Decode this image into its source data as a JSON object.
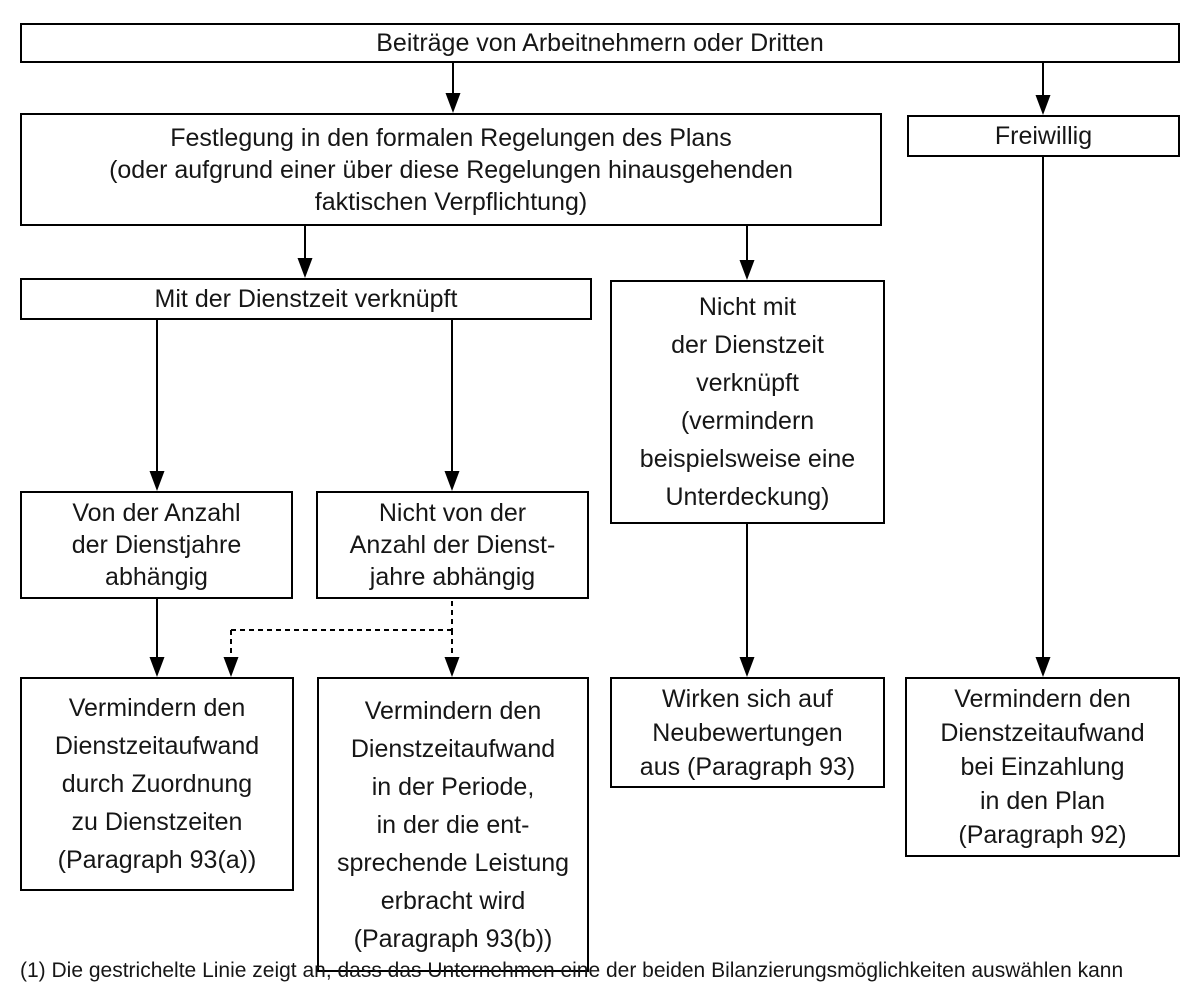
{
  "diagram_title_context": "Flowchart",
  "colors": {
    "line": "#000000",
    "text": "#161616",
    "background": "#ffffff"
  },
  "nodes": {
    "contributions": "Beiträge von Arbeitnehmern oder Dritten",
    "formal_plan_terms": "Festlegung in den formalen Regelungen des Plans\n(oder aufgrund einer über diese Regelungen hinausgehenden\nfaktischen Verpflichtung)",
    "voluntary": "Freiwillig",
    "service_linked": "Mit der Dienstzeit verknüpft",
    "not_service_linked": "Nicht mit\nder Dienstzeit\nverknüpft\n(vermindern\nbeispielsweise eine\nUnterdeckung)",
    "years_dependent": "Von der Anzahl\nder Dienstjahre\nabhängig",
    "years_independent": "Nicht von der\nAnzahl der Dienst-\njahre abhängig",
    "reduce_attribution_93a": "Vermindern den\nDienstzeitaufwand\ndurch Zuordnung\nzu Dienstzeiten\n(Paragraph 93(a))",
    "reduce_period_93b": "Vermindern den\nDienstzeitaufwand\nin der Periode,\nin der die ent-\nsprechende Leistung\nerbracht wird\n(Paragraph 93(b))",
    "remeasurements_93": "Wirken sich auf\nNeubewertungen\naus (Paragraph 93)",
    "reduce_payment_92": "Vermindern den\nDienstzeitaufwand\nbei Einzahlung\nin den Plan\n(Paragraph 92)"
  },
  "footnote": "(1) Die gestrichelte Linie zeigt an, dass das Unternehmen eine der beiden Bilanzierungsmöglichkeiten auswählen kann"
}
